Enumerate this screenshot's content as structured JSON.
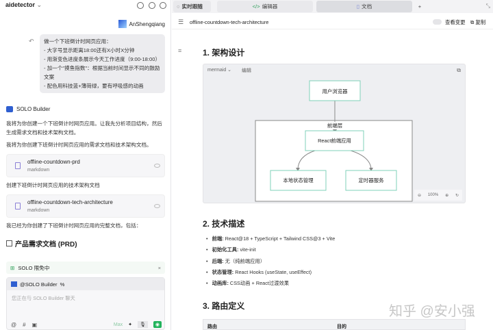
{
  "left": {
    "app_title": "aidetector",
    "user_name": "AnShengqiang",
    "user_message": [
      "做一个下班倒计时网页应用：",
      "- 大字号显示距离18:00还有X小时X分钟",
      "- 用渐变色进度条展示今天工作进度（9:00-18:00）",
      "- 加一个\"摸鱼指数\"：根据当前时间显示不同的鼓励文案",
      "- 配色用科技蓝+薄荷绿，要有呼吸感的动画"
    ],
    "assistant_name": "SOLO Builder",
    "messages": [
      "我将为你创建一个下班倒计时网页应用。让我先分析项目结构，然后生成需求文档和技术架构文档。",
      "我将为你创建下班倒计时网页应用的需求文档和技术架构文档。",
      "创建下班倒计时网页应用的技术架构文档",
      "我已经为你创建了下班倒计时网页应用的完整文档，包括："
    ],
    "files": [
      {
        "name": "offline-countdown-prd",
        "type": "markdown"
      },
      {
        "name": "offline-countdown-tech-architecture",
        "type": "markdown"
      }
    ],
    "prd_heading": "产品需求文档 (PRD)",
    "promo": "SOLO 限免中",
    "mention": "@SOLO Builder",
    "input_placeholder": "您正在与 SOLO Builder 聊天",
    "max_label": "Max"
  },
  "tabs": [
    {
      "label": "实时跟随"
    },
    {
      "label": "编辑器"
    },
    {
      "label": "文档"
    }
  ],
  "doc": {
    "title": "offline-countdown-tech-architecture",
    "view_changes": "查看变更",
    "copy": "复制",
    "h1": "1. 架构设计",
    "code_lang": "mermaid",
    "edit": "编辑",
    "diagram": {
      "browser": "用户浏览器",
      "layer": "前端层",
      "app": "React前端应用",
      "state": "本地状态管理",
      "timer": "定时器服务",
      "zoom": "100%"
    },
    "h2": "2. 技术描述",
    "bullets": [
      {
        "k": "前端:",
        "v": "React@18 + TypeScript + Tailwind CSS@3 + Vite"
      },
      {
        "k": "初始化工具:",
        "v": "vite-init"
      },
      {
        "k": "后端:",
        "v": "无（纯前端应用）"
      },
      {
        "k": "状态管理:",
        "v": "React Hooks (useState, useEffect)"
      },
      {
        "k": "动画库:",
        "v": "CSS动画 + React过渡效果"
      }
    ],
    "h3": "3. 路由定义",
    "table_headers": [
      "路由",
      "目的"
    ]
  },
  "watermark": "知乎 @安小强"
}
